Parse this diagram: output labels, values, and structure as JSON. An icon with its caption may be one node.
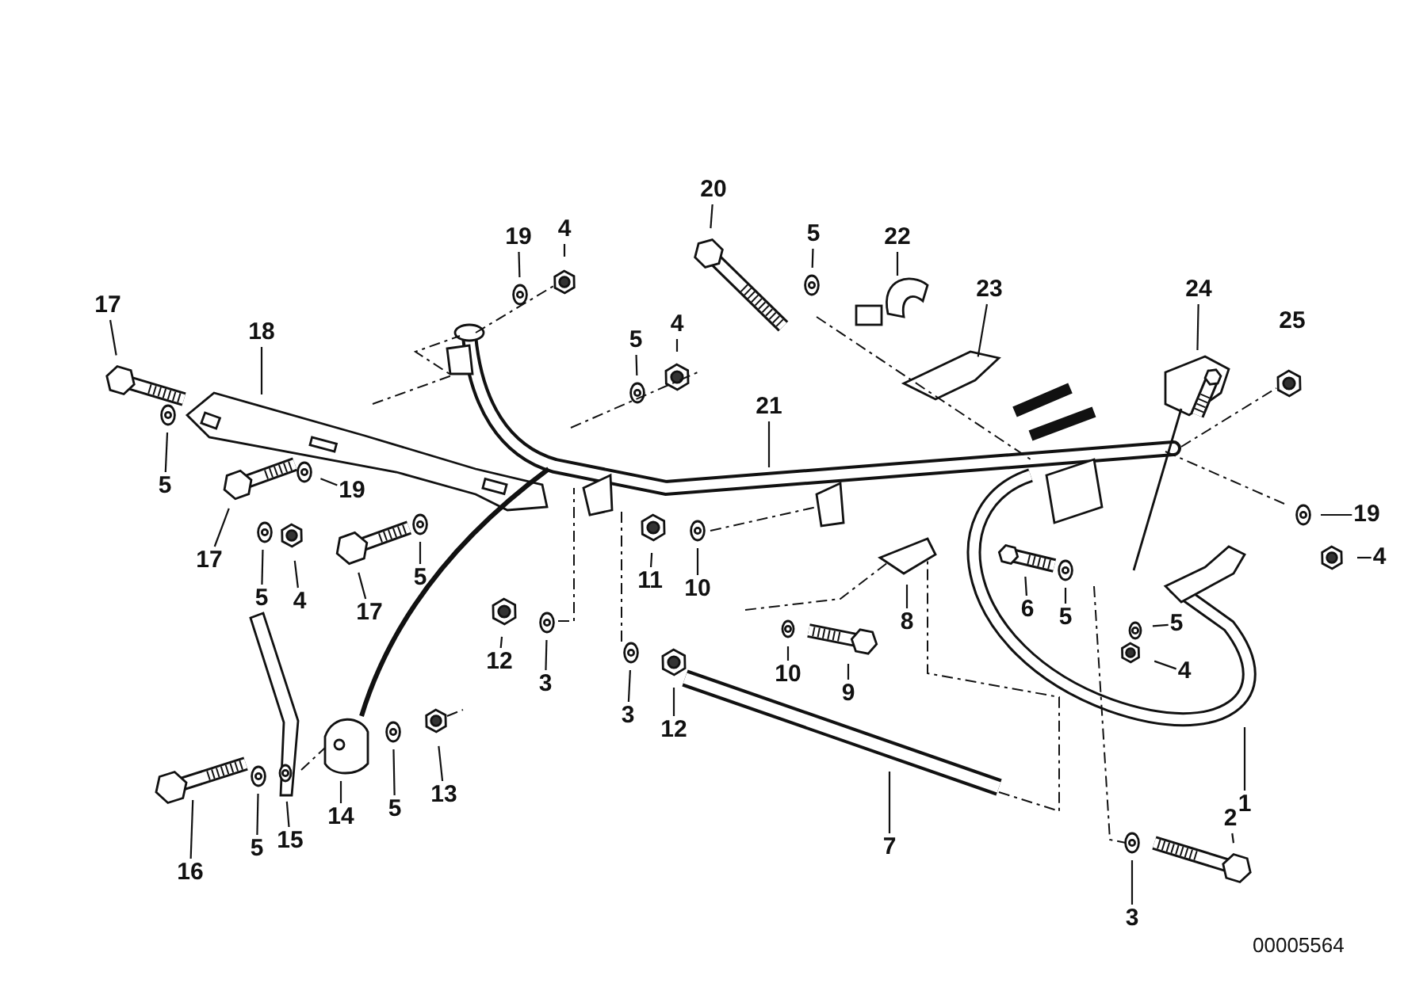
{
  "diagram": {
    "nodes": [
      {
        "text": [
          "20"
        ]
      },
      {
        "text": [
          "4"
        ]
      },
      {
        "text": [
          "22"
        ]
      },
      {
        "text": [
          "19"
        ]
      },
      {
        "text": [
          "5"
        ]
      },
      {
        "text": [
          "17"
        ]
      },
      {
        "text": [
          "18"
        ]
      },
      {
        "text": [
          "23"
        ]
      },
      {
        "text": [
          "24"
        ]
      },
      {
        "text": [
          "5"
        ]
      },
      {
        "text": [
          "4"
        ]
      },
      {
        "text": [
          "21"
        ]
      },
      {
        "text": [
          "25"
        ]
      },
      {
        "text": [
          "5"
        ]
      },
      {
        "text": [
          "19"
        ]
      },
      {
        "text": [
          "17"
        ]
      },
      {
        "text": [
          "5"
        ]
      },
      {
        "text": [
          "4"
        ]
      },
      {
        "text": [
          "17"
        ]
      },
      {
        "text": [
          "5"
        ]
      },
      {
        "text": [
          "19"
        ]
      },
      {
        "text": [
          "11"
        ]
      },
      {
        "text": [
          "10"
        ]
      },
      {
        "text": [
          "4"
        ]
      },
      {
        "text": [
          "6"
        ]
      },
      {
        "text": [
          "5"
        ]
      },
      {
        "text": [
          "8"
        ]
      },
      {
        "text": [
          "5"
        ]
      },
      {
        "text": [
          "12"
        ]
      },
      {
        "text": [
          "3"
        ]
      },
      {
        "text": [
          "4"
        ]
      },
      {
        "text": [
          "3"
        ]
      },
      {
        "text": [
          "12"
        ]
      },
      {
        "text": [
          "10"
        ]
      },
      {
        "text": [
          "9"
        ]
      },
      {
        "text": [
          "13"
        ]
      },
      {
        "text": [
          "14"
        ]
      },
      {
        "text": [
          "5"
        ]
      },
      {
        "text": [
          "1"
        ]
      },
      {
        "text": [
          "15"
        ]
      },
      {
        "text": [
          "2"
        ]
      },
      {
        "text": [
          "7"
        ]
      },
      {
        "text": [
          "16"
        ]
      },
      {
        "text": [
          "5"
        ]
      },
      {
        "text": [
          "3"
        ]
      }
    ],
    "edges": [
      {
        "from": 0,
        "to": null,
        "arrow": "none"
      },
      {
        "from": 1,
        "to": null,
        "arrow": "none"
      },
      {
        "from": 2,
        "to": null,
        "arrow": "none"
      },
      {
        "from": 3,
        "to": null,
        "arrow": "none"
      },
      {
        "from": 4,
        "to": null,
        "arrow": "none"
      },
      {
        "from": 5,
        "to": null,
        "arrow": "none"
      },
      {
        "from": 6,
        "to": null,
        "arrow": "none"
      },
      {
        "from": 7,
        "to": null,
        "arrow": "none"
      },
      {
        "from": 8,
        "to": null,
        "arrow": "none"
      },
      {
        "from": 9,
        "to": null,
        "arrow": "none"
      },
      {
        "from": 10,
        "to": null,
        "arrow": "none"
      },
      {
        "from": 11,
        "to": null,
        "arrow": "none"
      },
      {
        "from": 13,
        "to": null,
        "arrow": "none"
      },
      {
        "from": 14,
        "to": null,
        "arrow": "none"
      },
      {
        "from": 15,
        "to": null,
        "arrow": "none"
      },
      {
        "from": 16,
        "to": null,
        "arrow": "none"
      },
      {
        "from": 17,
        "to": null,
        "arrow": "none"
      },
      {
        "from": 18,
        "to": null,
        "arrow": "none"
      },
      {
        "from": 19,
        "to": null,
        "arrow": "none"
      },
      {
        "from": 20,
        "to": null,
        "arrow": "none"
      },
      {
        "from": 21,
        "to": null,
        "arrow": "none"
      },
      {
        "from": 22,
        "to": null,
        "arrow": "none"
      },
      {
        "from": 23,
        "to": null,
        "arrow": "none"
      },
      {
        "from": 24,
        "to": null,
        "arrow": "none"
      },
      {
        "from": 25,
        "to": null,
        "arrow": "none"
      },
      {
        "from": 26,
        "to": null,
        "arrow": "none"
      },
      {
        "from": 27,
        "to": null,
        "arrow": "none"
      },
      {
        "from": 28,
        "to": null,
        "arrow": "none"
      },
      {
        "from": 29,
        "to": null,
        "arrow": "none"
      },
      {
        "from": 30,
        "to": null,
        "arrow": "none"
      },
      {
        "from": 31,
        "to": null,
        "arrow": "none"
      },
      {
        "from": 32,
        "to": null,
        "arrow": "none"
      },
      {
        "from": 33,
        "to": null,
        "arrow": "none"
      },
      {
        "from": 34,
        "to": null,
        "arrow": "none"
      },
      {
        "from": 35,
        "to": null,
        "arrow": "none"
      },
      {
        "from": 36,
        "to": null,
        "arrow": "none"
      },
      {
        "from": 37,
        "to": null,
        "arrow": "none"
      },
      {
        "from": 38,
        "to": null,
        "arrow": "none"
      },
      {
        "from": 39,
        "to": null,
        "arrow": "none"
      },
      {
        "from": 40,
        "to": null,
        "arrow": "none"
      },
      {
        "from": 41,
        "to": null,
        "arrow": "none"
      },
      {
        "from": 42,
        "to": null,
        "arrow": "none"
      },
      {
        "from": 43,
        "to": null,
        "arrow": "none"
      },
      {
        "from": 44,
        "to": null,
        "arrow": "none"
      }
    ],
    "labels": [
      "00005564"
    ]
  }
}
